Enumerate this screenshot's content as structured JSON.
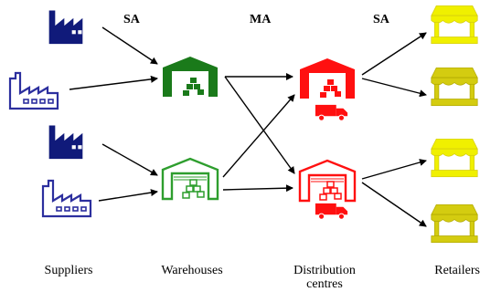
{
  "stage_labels": {
    "suppliers": "Suppliers",
    "warehouses": "Warehouses",
    "distribution_line1": "Distribution",
    "distribution_line2": "centres",
    "retailers": "Retailers"
  },
  "strategy_labels": {
    "supplier_to_warehouse": "SA",
    "warehouse_to_distribution": "MA",
    "distribution_to_retailer": "SA"
  },
  "colors": {
    "supplier_dark": "#101a7a",
    "supplier_outline": "#2c2f9e",
    "warehouse_dark": "#1a7a1a",
    "warehouse_light": "#2e9e2e",
    "distribution": "#ff1010",
    "retailer_light": "#f0f000",
    "retailer_dark": "#d4cc10",
    "arrow": "#000000"
  },
  "icons": {
    "supplier": "factory-icon",
    "warehouse": "warehouse-icon",
    "distribution": "distribution-centre-icon",
    "truck": "delivery-truck-icon",
    "retailer": "shop-stall-icon"
  }
}
